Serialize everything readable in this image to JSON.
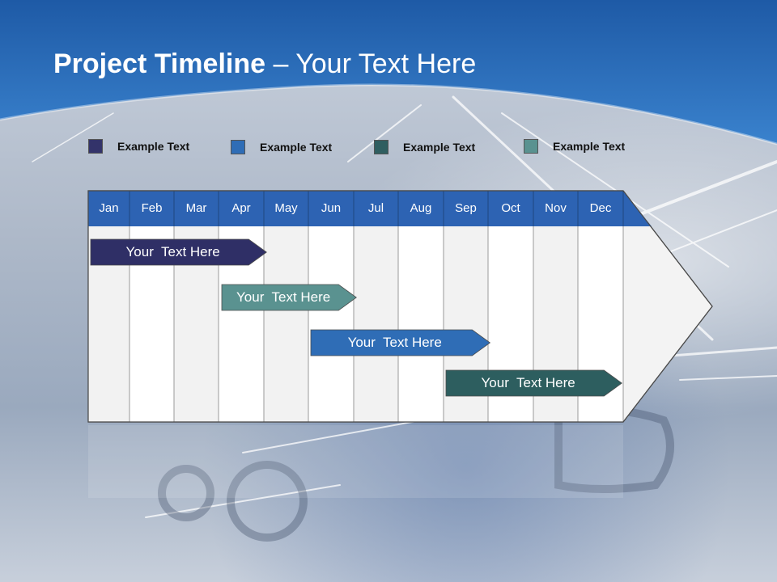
{
  "title": {
    "bold": "Project Timeline",
    "rest": " – Your Text Here"
  },
  "legend": [
    {
      "label": "Example Text",
      "color": "#33336a"
    },
    {
      "label": "Example Text",
      "color": "#2f6db6"
    },
    {
      "label": "Example Text",
      "color": "#2f5e60"
    },
    {
      "label": "Example Text",
      "color": "#5a9290"
    }
  ],
  "timeline": {
    "months": [
      "Jan",
      "Feb",
      "Mar",
      "Apr",
      "May",
      "Jun",
      "Jul",
      "Aug",
      "Sep",
      "Oct",
      "Nov",
      "Dec"
    ],
    "header_color": "#2d63b3",
    "tasks": [
      {
        "label": "Your  Text Here",
        "color": "#2f2f66",
        "start_month": "Jan",
        "end_month": "Apr"
      },
      {
        "label": "Your  Text Here",
        "color": "#5a9290",
        "start_month": "Apr",
        "end_month": "Jun"
      },
      {
        "label": "Your  Text Here",
        "color": "#2f6db6",
        "start_month": "Jun",
        "end_month": "Sep"
      },
      {
        "label": "Your  Text Here",
        "color": "#2d5e5f",
        "start_month": "Sep",
        "end_month": "Dec"
      }
    ]
  }
}
